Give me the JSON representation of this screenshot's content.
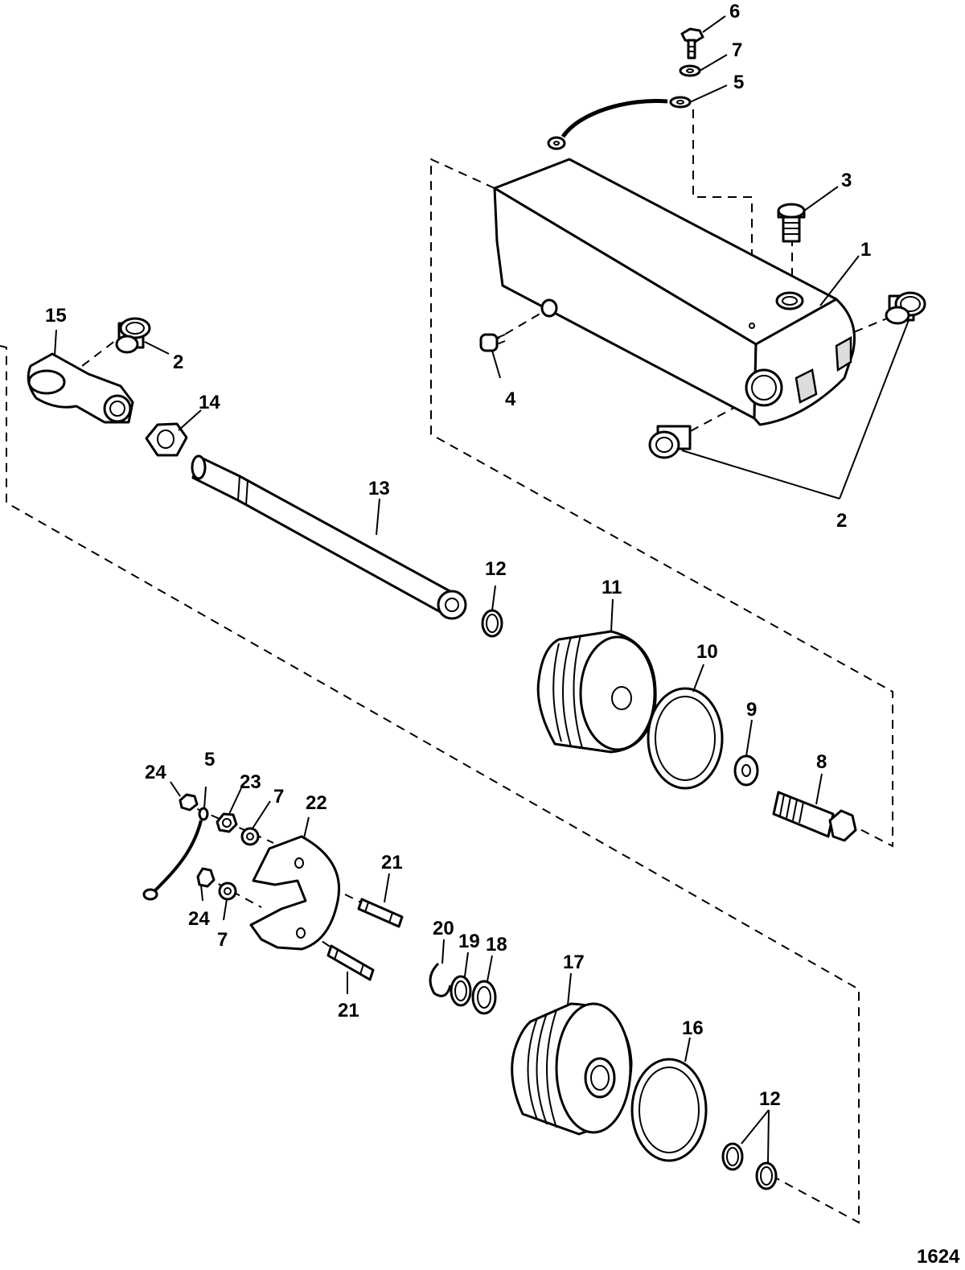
{
  "figure_number": "1624",
  "callouts": [
    {
      "id": "c6",
      "label": "6"
    },
    {
      "id": "c7a",
      "label": "7"
    },
    {
      "id": "c5a",
      "label": "5"
    },
    {
      "id": "c3",
      "label": "3"
    },
    {
      "id": "c1",
      "label": "1"
    },
    {
      "id": "c15",
      "label": "15"
    },
    {
      "id": "c2a",
      "label": "2"
    },
    {
      "id": "c14",
      "label": "14"
    },
    {
      "id": "c4",
      "label": "4"
    },
    {
      "id": "c2b",
      "label": "2"
    },
    {
      "id": "c13",
      "label": "13"
    },
    {
      "id": "c12a",
      "label": "12"
    },
    {
      "id": "c11",
      "label": "11"
    },
    {
      "id": "c10",
      "label": "10"
    },
    {
      "id": "c9",
      "label": "9"
    },
    {
      "id": "c8",
      "label": "8"
    },
    {
      "id": "c24a",
      "label": "24"
    },
    {
      "id": "c5b",
      "label": "5"
    },
    {
      "id": "c23",
      "label": "23"
    },
    {
      "id": "c7b",
      "label": "7"
    },
    {
      "id": "c22",
      "label": "22"
    },
    {
      "id": "c21a",
      "label": "21"
    },
    {
      "id": "c24b",
      "label": "24"
    },
    {
      "id": "c7c",
      "label": "7"
    },
    {
      "id": "c20",
      "label": "20"
    },
    {
      "id": "c19",
      "label": "19"
    },
    {
      "id": "c18",
      "label": "18"
    },
    {
      "id": "c17",
      "label": "17"
    },
    {
      "id": "c21b",
      "label": "21"
    },
    {
      "id": "c16",
      "label": "16"
    },
    {
      "id": "c12b",
      "label": "12"
    }
  ]
}
